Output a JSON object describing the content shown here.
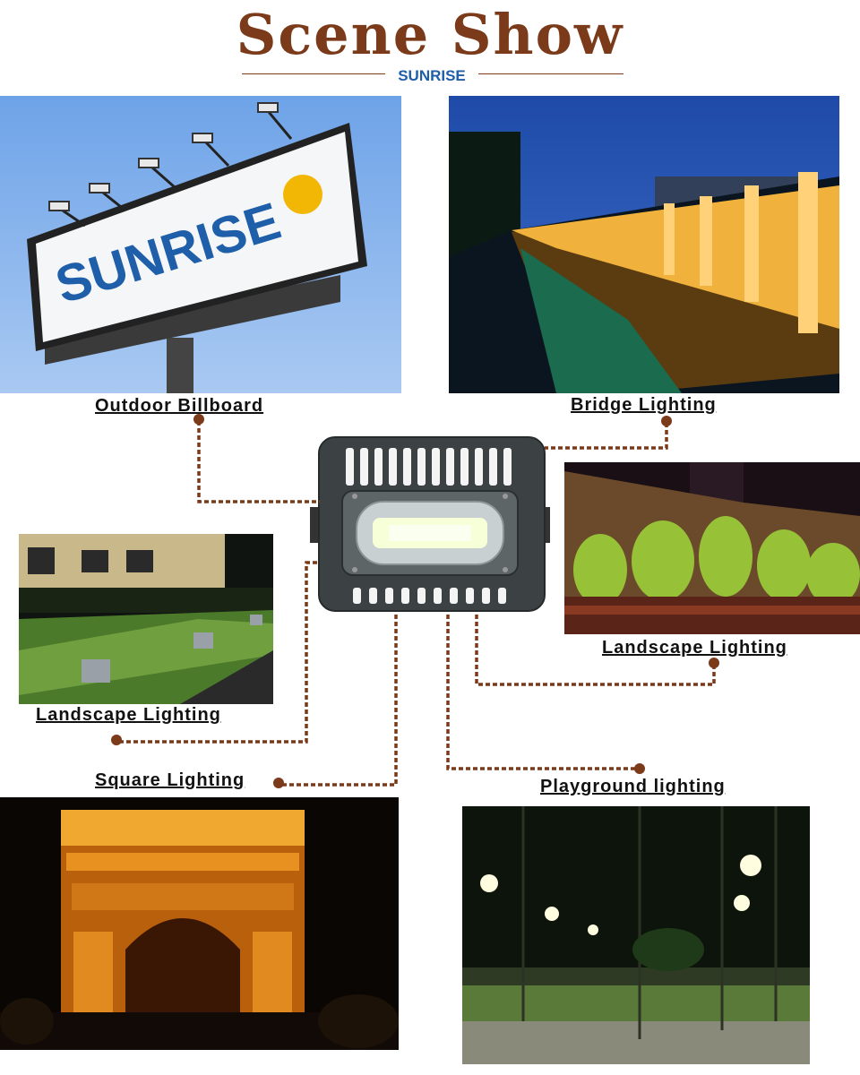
{
  "header": {
    "title": "Scene Show",
    "brand": "SUNRISE"
  },
  "billboard": {
    "brand_text": "SUNRISE"
  },
  "scenes": [
    {
      "label": "Outdoor Billboard"
    },
    {
      "label": "Bridge Lighting"
    },
    {
      "label": "Landscape Lighting"
    },
    {
      "label": "Landscape Lighting"
    },
    {
      "label": "Square Lighting"
    },
    {
      "label": "Playground lighting"
    }
  ],
  "colors": {
    "title": "#7b3a19",
    "connector": "#7b3a19",
    "brand_blue": "#1f5ea8",
    "brand_sun": "#f2b705"
  }
}
